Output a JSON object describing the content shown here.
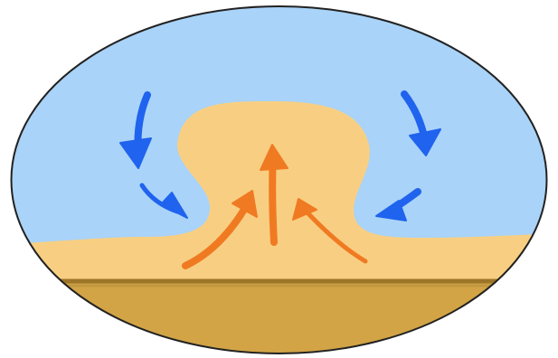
{
  "diagram": {
    "kind": "convection-plume-illustration",
    "colors": {
      "background": "#ffffff",
      "outline": "#222222",
      "sky": "#a9d3f8",
      "warm_layer": "#f8cf82",
      "ground": "#d2a446",
      "ground_edge": "#9c7528",
      "inflow_arrows": "#1f63ee",
      "rising_arrows": "#f07a22"
    },
    "arrows": {
      "inflow_count": 4,
      "inflow_icon": "blue-curved-arrow-icon",
      "rising_count": 3,
      "rising_icon": "orange-upward-arrow-icon"
    }
  }
}
